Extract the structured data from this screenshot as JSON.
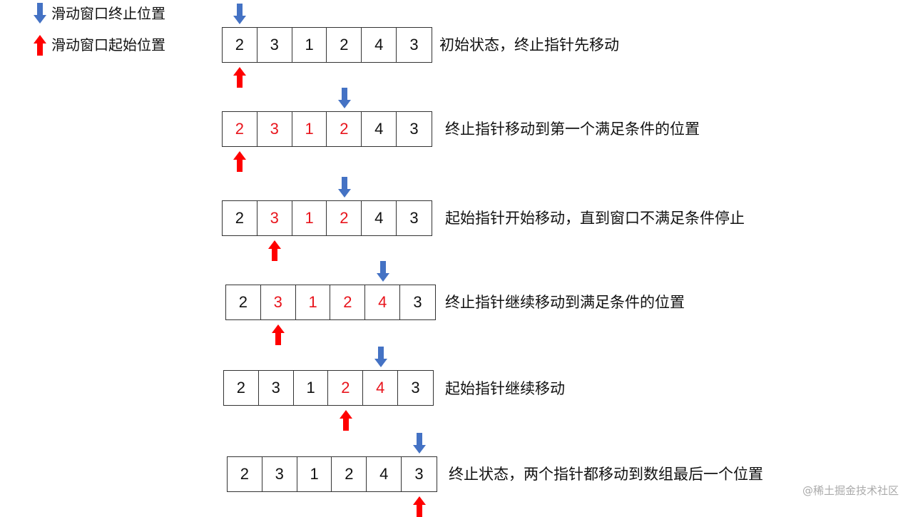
{
  "legend": {
    "end_pointer": {
      "icon": "blue-down-arrow-icon",
      "color": "#4472c4",
      "label": "滑动窗口终止位置"
    },
    "start_pointer": {
      "icon": "red-up-arrow-icon",
      "color": "#ff0000",
      "label": "滑动窗口起始位置"
    }
  },
  "colors": {
    "active_value": "#e8141c",
    "inactive_value": "#111111"
  },
  "steps": [
    {
      "values": [
        "2",
        "3",
        "1",
        "2",
        "4",
        "3"
      ],
      "active": [
        false,
        false,
        false,
        false,
        false,
        false
      ],
      "end_index": 0,
      "start_index": 0,
      "description": "初始状态，终止指针先移动"
    },
    {
      "values": [
        "2",
        "3",
        "1",
        "2",
        "4",
        "3"
      ],
      "active": [
        true,
        true,
        true,
        true,
        false,
        false
      ],
      "end_index": 3,
      "start_index": 0,
      "description": "终止指针移动到第一个满足条件的位置"
    },
    {
      "values": [
        "2",
        "3",
        "1",
        "2",
        "4",
        "3"
      ],
      "active": [
        false,
        true,
        true,
        true,
        false,
        false
      ],
      "end_index": 3,
      "start_index": 1,
      "description": "起始指针开始移动，直到窗口不满足条件停止"
    },
    {
      "values": [
        "2",
        "3",
        "1",
        "2",
        "4",
        "3"
      ],
      "active": [
        false,
        true,
        true,
        true,
        true,
        false
      ],
      "end_index": 4,
      "start_index": 1,
      "description": "终止指针继续移动到满足条件的位置"
    },
    {
      "values": [
        "2",
        "3",
        "1",
        "2",
        "4",
        "3"
      ],
      "active": [
        false,
        false,
        false,
        true,
        true,
        false
      ],
      "end_index": 4,
      "start_index": 3,
      "description": "起始指针继续移动"
    },
    {
      "values": [
        "2",
        "3",
        "1",
        "2",
        "4",
        "3"
      ],
      "active": [
        false,
        false,
        false,
        false,
        false,
        false
      ],
      "end_index": 5,
      "start_index": 5,
      "description": "终止状态，两个指针都移动到数组最后一个位置"
    }
  ],
  "watermark": "@稀土掘金技术社区"
}
